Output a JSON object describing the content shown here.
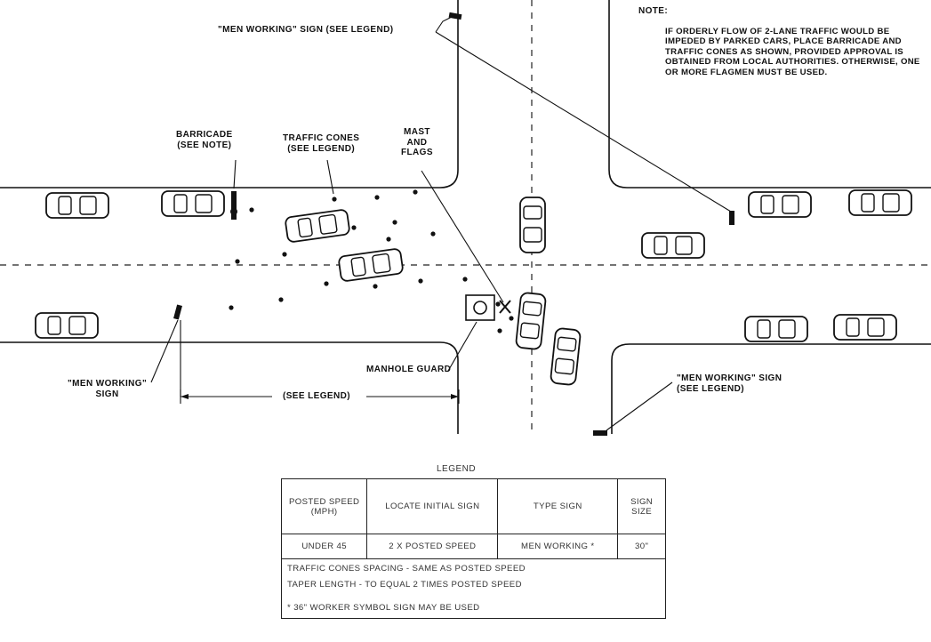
{
  "labels": {
    "men_working_sign_top": "\"MEN WORKING\" SIGN (SEE LEGEND)",
    "note_title": "NOTE:",
    "note_body": "IF ORDERLY FLOW OF 2-LANE TRAFFIC WOULD BE IMPEDED BY PARKED CARS, PLACE BARRICADE AND TRAFFIC CONES AS SHOWN, PROVIDED APPROVAL IS OBTAINED FROM LOCAL AUTHORITIES. OTHERWISE, ONE OR MORE FLAGMEN MUST BE USED.",
    "barricade": "BARRICADE\n(SEE NOTE)",
    "traffic_cones": "TRAFFIC CONES\n(SEE LEGEND)",
    "mast_flags": "MAST\nAND\nFLAGS",
    "manhole_guard": "MANHOLE GUARD",
    "men_working_sign_left": "\"MEN WORKING\"\nSIGN",
    "see_legend_dimension": "(SEE LEGEND)",
    "men_working_sign_right": "\"MEN WORKING\" SIGN\n(SEE LEGEND)"
  },
  "legend": {
    "title": "LEGEND",
    "headers": [
      "POSTED SPEED (MPH)",
      "LOCATE INITIAL SIGN",
      "TYPE SIGN",
      "SIGN SIZE"
    ],
    "row": [
      "UNDER 45",
      "2 X POSTED SPEED",
      "MEN WORKING *",
      "30\""
    ],
    "notes": [
      "TRAFFIC CONES SPACING - SAME AS POSTED SPEED",
      "TAPER LENGTH - TO EQUAL 2 TIMES POSTED SPEED",
      "* 36\" WORKER SYMBOL SIGN MAY BE USED"
    ]
  }
}
